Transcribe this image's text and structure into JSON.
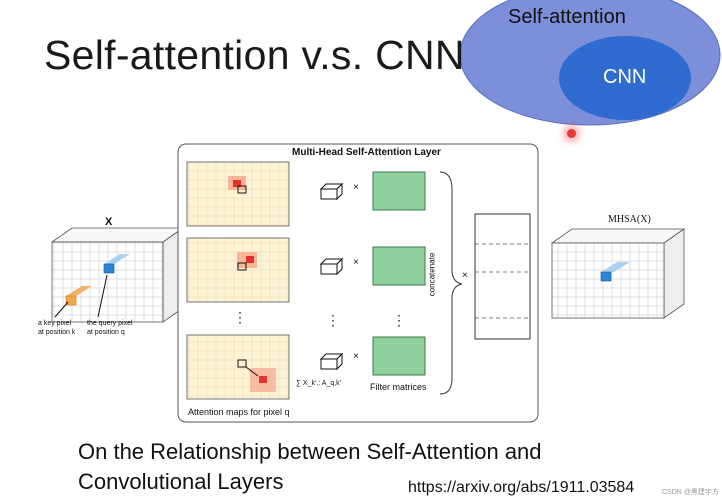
{
  "title": "Self-attention v.s. CNN",
  "venn": {
    "outer_label": "Self-attention",
    "inner_label": "CNN",
    "outer_color": "#7d8fd8",
    "inner_color": "#2f6bd1"
  },
  "figure": {
    "layer_title": "Multi-Head Self-Attention Layer",
    "input_label": "X",
    "key_pixel_label": "a key pixel\nat position k",
    "query_pixel_label": "the query pixel\nat position q",
    "attention_maps_label": "Attention maps for pixel q",
    "filter_label": "Filter matrices",
    "concatenate_label": "concatenate",
    "output_label": "MHSA(X)",
    "times_symbol": "×",
    "sum_label": "∑ X_k',: A_q,k'"
  },
  "caption": "On the Relationship between Self-Attention and Convolutional Layers",
  "link": "https://arxiv.org/abs/1911.03584",
  "watermark": "CSDN @黑建宇方"
}
